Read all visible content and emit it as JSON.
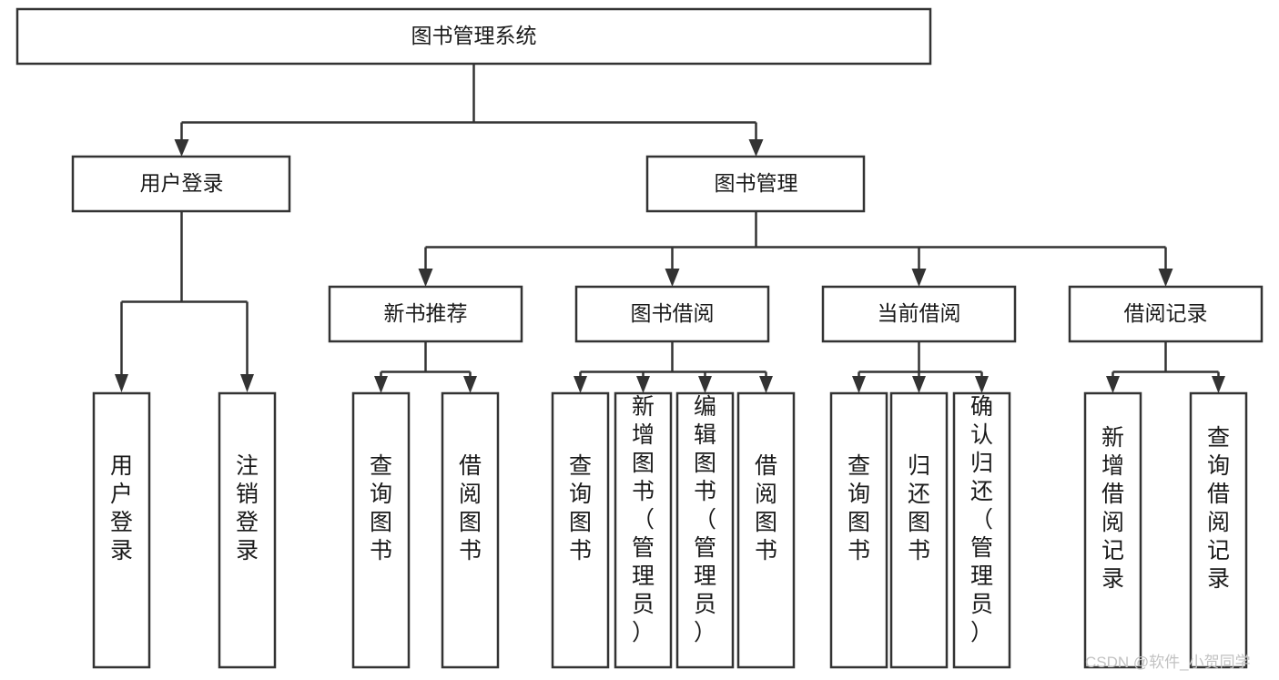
{
  "diagram": {
    "title": "图书管理系统",
    "type": "tree",
    "root": {
      "id": "root",
      "label": "图书管理系统",
      "orientation": "horizontal"
    },
    "level2": [
      {
        "id": "user-login",
        "label": "用户登录",
        "orientation": "horizontal"
      },
      {
        "id": "book-management",
        "label": "图书管理",
        "orientation": "horizontal"
      }
    ],
    "level3": [
      {
        "id": "new-book-recommend",
        "label": "新书推荐",
        "parent": "book-management",
        "orientation": "horizontal"
      },
      {
        "id": "book-borrow",
        "label": "图书借阅",
        "parent": "book-management",
        "orientation": "horizontal"
      },
      {
        "id": "current-borrow",
        "label": "当前借阅",
        "parent": "book-management",
        "orientation": "horizontal"
      },
      {
        "id": "borrow-record",
        "label": "借阅记录",
        "parent": "book-management",
        "orientation": "horizontal"
      }
    ],
    "leaves": [
      {
        "id": "leaf-user-login",
        "label": "用户登录",
        "parent": "user-login",
        "orientation": "vertical"
      },
      {
        "id": "leaf-user-logout",
        "label": "注销登录",
        "parent": "user-login",
        "orientation": "vertical"
      },
      {
        "id": "leaf-query-book-1",
        "label": "查询图书",
        "parent": "new-book-recommend",
        "orientation": "vertical"
      },
      {
        "id": "leaf-borrow-book-1",
        "label": "借阅图书",
        "parent": "new-book-recommend",
        "orientation": "vertical"
      },
      {
        "id": "leaf-query-book-2",
        "label": "查询图书",
        "parent": "book-borrow",
        "orientation": "vertical"
      },
      {
        "id": "leaf-add-book",
        "label": "新增图书（管理员）",
        "parent": "book-borrow",
        "orientation": "vertical"
      },
      {
        "id": "leaf-edit-book",
        "label": "编辑图书（管理员）",
        "parent": "book-borrow",
        "orientation": "vertical"
      },
      {
        "id": "leaf-borrow-book-2",
        "label": "借阅图书",
        "parent": "book-borrow",
        "orientation": "vertical"
      },
      {
        "id": "leaf-query-book-3",
        "label": "查询图书",
        "parent": "current-borrow",
        "orientation": "vertical"
      },
      {
        "id": "leaf-return-book",
        "label": "归还图书",
        "parent": "current-borrow",
        "orientation": "vertical"
      },
      {
        "id": "leaf-confirm-return",
        "label": "确认归还（管理员）",
        "parent": "current-borrow",
        "orientation": "vertical"
      },
      {
        "id": "leaf-add-record",
        "label": "新增借阅记录",
        "parent": "borrow-record",
        "orientation": "vertical"
      },
      {
        "id": "leaf-query-record",
        "label": "查询借阅记录",
        "parent": "borrow-record",
        "orientation": "vertical"
      }
    ]
  },
  "watermark": {
    "text": "CSDN @软件_小贺同学"
  },
  "colors": {
    "stroke": "#333333",
    "fill": "#ffffff",
    "text": "#1a1a1a",
    "watermark": "#c2c2c2"
  }
}
